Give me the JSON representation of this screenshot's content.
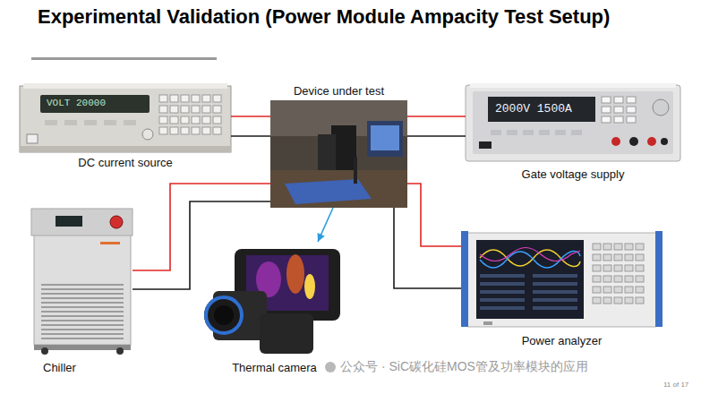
{
  "diagram": {
    "title": "Experimental Validation (Power Module Ampacity Test Setup)",
    "nodes": [
      {
        "text": [
          "DC current source"
        ]
      },
      {
        "text": [
          "Device under test"
        ]
      },
      {
        "text": [
          "Gate voltage supply"
        ]
      },
      {
        "text": [
          "Chiller"
        ]
      },
      {
        "text": [
          "Thermal camera"
        ]
      },
      {
        "text": [
          "Power analyzer"
        ]
      }
    ],
    "edges": [
      {
        "from": 0,
        "to": 1,
        "arrow": "none"
      },
      {
        "from": 0,
        "to": 1,
        "arrow": "none"
      },
      {
        "from": 2,
        "to": 1,
        "arrow": "none"
      },
      {
        "from": 2,
        "to": 1,
        "arrow": "none"
      },
      {
        "from": 3,
        "to": 1,
        "arrow": "none"
      },
      {
        "from": 3,
        "to": 1,
        "arrow": "none"
      },
      {
        "from": 5,
        "to": 1,
        "arrow": "none"
      },
      {
        "from": 5,
        "to": 1,
        "arrow": "none"
      },
      {
        "from": 1,
        "to": 4,
        "arrow": "to"
      }
    ],
    "labels": [
      "VOLT 20000",
      "2000V 1500A",
      "公众号 · SiC碳化硅MOS管及功率模块的应用",
      "11 of 17"
    ]
  }
}
